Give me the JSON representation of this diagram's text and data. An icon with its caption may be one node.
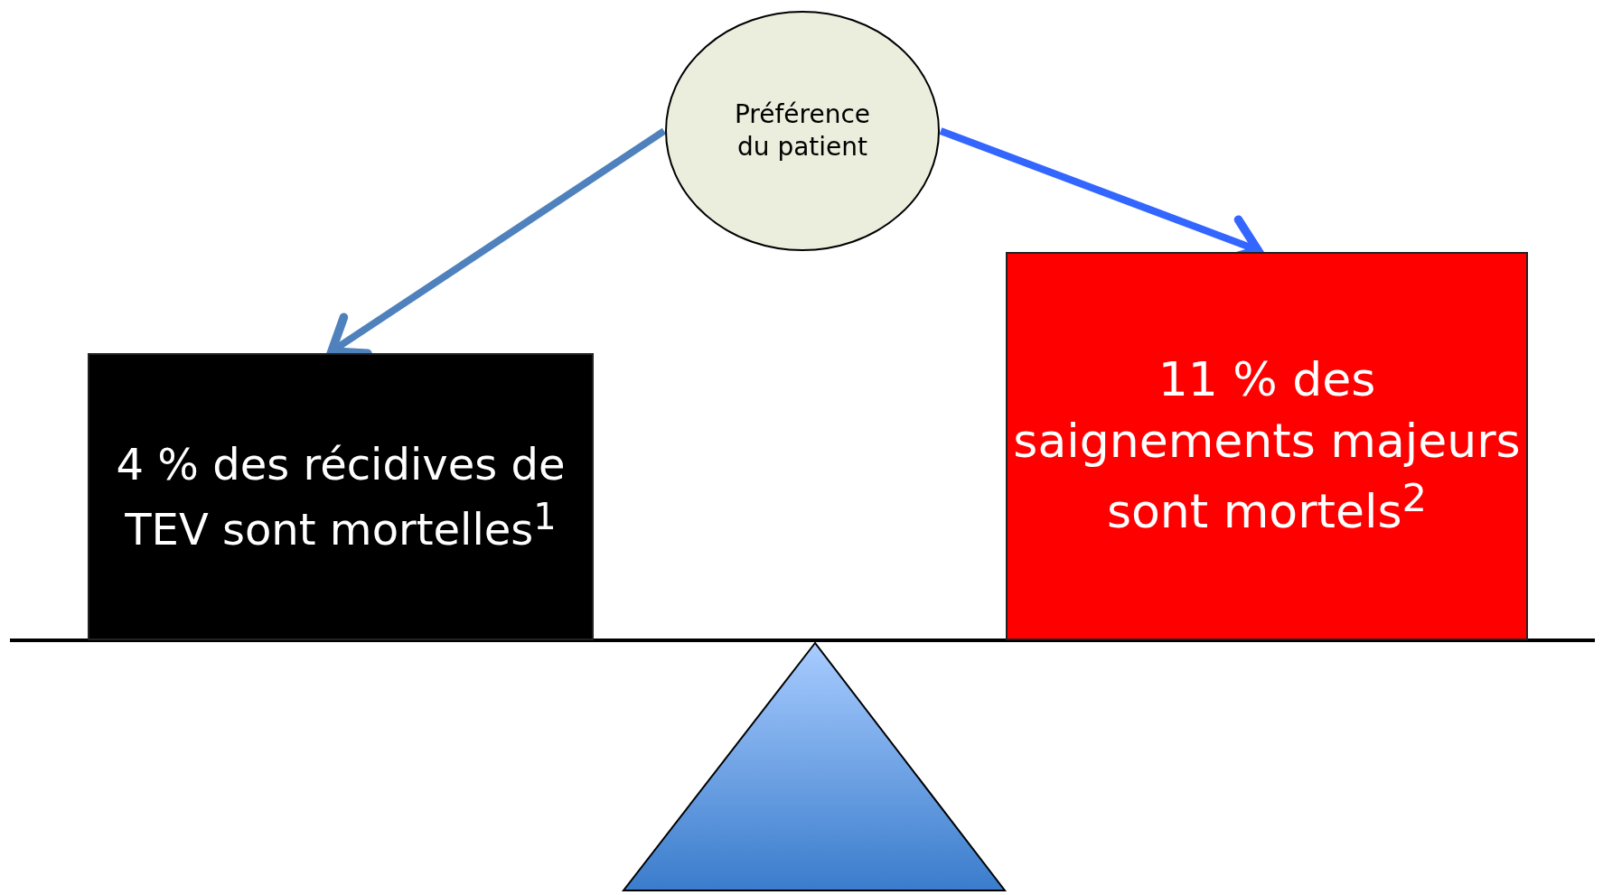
{
  "diagram": {
    "nodes": [
      {
        "text": [
          "Préférence du patient"
        ]
      },
      {
        "text": [
          "4 % des récidives de TEV sont mortelles$^{1}$"
        ]
      },
      {
        "text": [
          "11 % des saignements majeurs sont mortels$^{2}$"
        ]
      }
    ],
    "edges": [
      {
        "from": 0,
        "to": 1,
        "arrow": "to",
        "color": "#4f81bd"
      },
      {
        "from": 0,
        "to": 2,
        "arrow": "to",
        "color": "#3366ff"
      }
    ]
  }
}
